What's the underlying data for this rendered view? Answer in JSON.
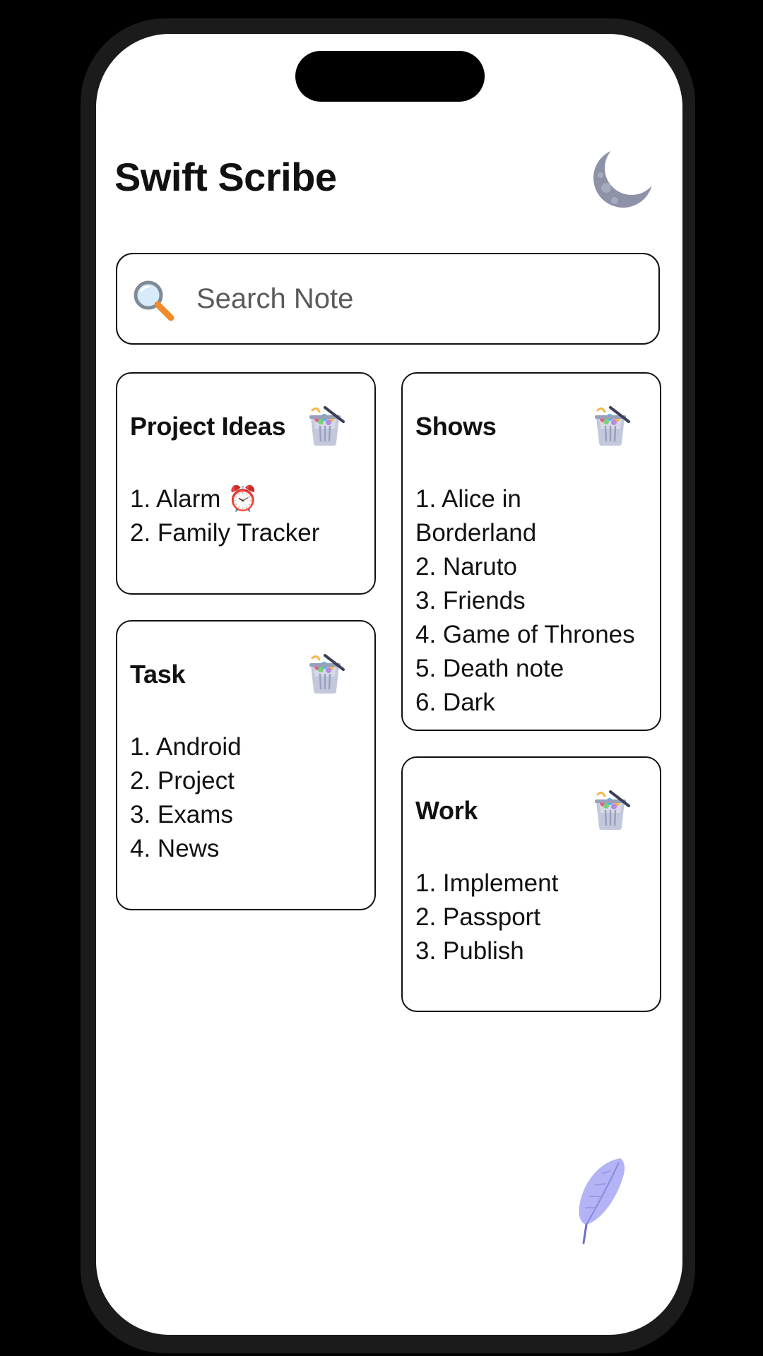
{
  "app": {
    "title": "Swift Scribe",
    "theme_toggle_icon": "crescent-moon-icon",
    "compose_icon": "feather-quill-icon"
  },
  "search": {
    "placeholder": "Search Note",
    "value": "",
    "icon": "magnifying-glass-icon"
  },
  "notes": [
    {
      "title": "Project Ideas",
      "items": [
        "1. Alarm ⏰",
        "2. Family Tracker"
      ]
    },
    {
      "title": "Shows",
      "items": [
        "1. Alice in Borderland",
        "2. Naruto",
        "3. Friends",
        "4. Game of Thrones",
        "5. Death note",
        "6. Dark"
      ]
    },
    {
      "title": "Task",
      "items": [
        "1. Android",
        "2. Project",
        "3. Exams",
        "4. News"
      ]
    },
    {
      "title": "Work",
      "items": [
        "1. Implement",
        "2. Passport",
        "3. Publish"
      ]
    }
  ],
  "note_delete_icon": "trash-bin-icon",
  "colors": {
    "background": "#ffffff",
    "card_border": "#111111",
    "moon": "#8e92a8",
    "feather": "#b3b3f5"
  }
}
